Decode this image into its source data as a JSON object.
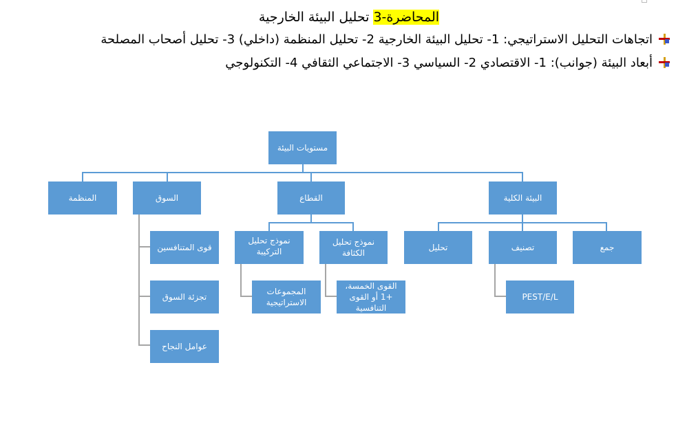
{
  "title": {
    "prefix": "المحاضرة-3",
    "rest": " تحليل البيئة الخارجية"
  },
  "bullets": [
    {
      "text": "اتجاهات التحليل الاستراتيجي: 1- تحليل البيئة الخارجية 2- تحليل المنظمة (داخلي) 3- تحليل أصحاب المصلحة"
    },
    {
      "text": "أبعاد البيئة (جوانب): 1- الاقتصادي 2- السياسي 3- الاجتماعي الثقافي 4- التكنولوجي"
    }
  ],
  "icons": {
    "bullet": "plus-bullet-icon"
  },
  "colors": {
    "node": "#5b9bd5",
    "highlight": "#ffff00"
  },
  "org": {
    "root": "مستويات البيئة",
    "level1": {
      "macro": "البيئة الكلية",
      "sector": "القطاع",
      "market": "السوق",
      "org": "المنظمة"
    },
    "macro_children": {
      "collect": "جمع",
      "classify": "تصنيف",
      "analyze": "تحليل"
    },
    "macro_sub": "PEST/E/L",
    "sector_children": {
      "intensity": "نموذج تحليل الكثافة",
      "structure": "نموذج تحليل التركيبة"
    },
    "sector_sub": {
      "five_forces": "القوى الخمسة، +1 أو القوى التنافسية",
      "strategic_groups": "المجموعات الاستراتيجية"
    },
    "market_children": {
      "competitors": "قوى المتنافسين",
      "segmentation": "تجزئة السوق",
      "success": "عوامل النجاح"
    }
  }
}
